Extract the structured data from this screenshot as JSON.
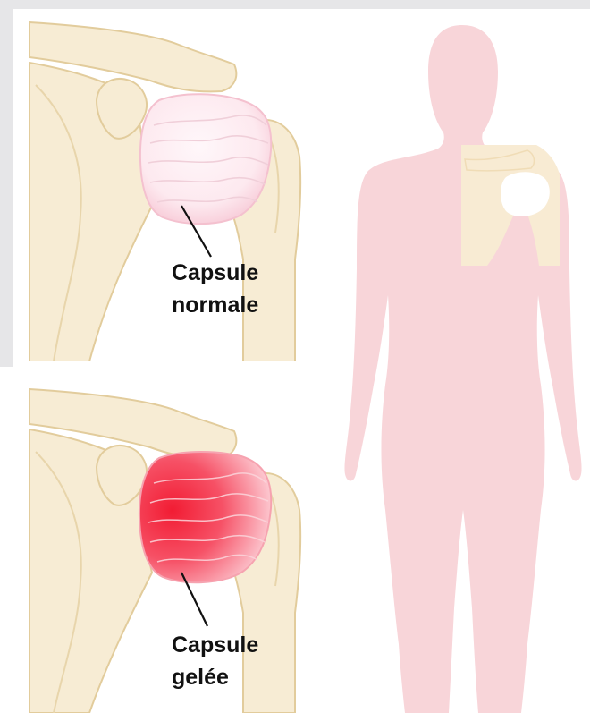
{
  "labels": {
    "normal_capsule": {
      "line1": "Capsule",
      "line2": "normale"
    },
    "frozen_capsule": {
      "line1": "Capsule",
      "line2": "gelée"
    }
  },
  "colors": {
    "background": "#ffffff",
    "frame_gray": "#e6e6e8",
    "bone": "#f7ecd4",
    "bone_outline": "#e2cc9c",
    "body_silhouette": "#f8d5d9",
    "normal_capsule": "#fbe5ec",
    "frozen_capsule": "#f4394d",
    "leader_line": "#111111"
  },
  "icons": {
    "body": "human-silhouette-icon",
    "shoulder_highlight": "shoulder-joint-icon"
  }
}
